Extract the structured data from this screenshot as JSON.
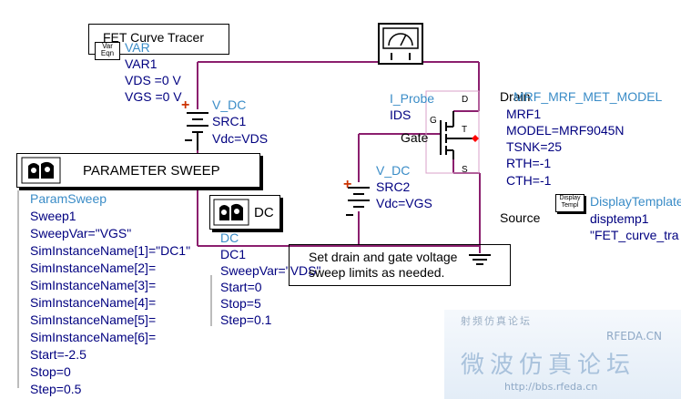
{
  "title_box": "FET Curve Tracer",
  "var": {
    "icon_top": "Var",
    "icon_bottom": "Eqn",
    "type": "VAR",
    "name": "VAR1",
    "vds": "VDS =0 V",
    "vgs": "VGS =0 V"
  },
  "src1": {
    "type": "V_DC",
    "name": "SRC1",
    "value": "Vdc=VDS"
  },
  "src2": {
    "type": "V_DC",
    "name": "SRC2",
    "value": "Vdc=VGS"
  },
  "probe": {
    "type": "I_Probe",
    "name": "IDS"
  },
  "fet": {
    "type": "MRF_MRF_MET_MODEL",
    "name": "MRF1",
    "model": "MODEL=MRF9045N",
    "tsnk": "TSNK=25",
    "rth": "RTH=-1",
    "cth": "CTH=-1",
    "pin_d": "D",
    "pin_g": "G",
    "pin_t": "T",
    "pin_s": "S",
    "drain": "Drain",
    "gate": "Gate",
    "source": "Source"
  },
  "param_sweep": {
    "button": "PARAMETER SWEEP",
    "type": "ParamSweep",
    "lines": [
      "Sweep1",
      "SweepVar=\"VGS\"",
      "SimInstanceName[1]=\"DC1\"",
      "SimInstanceName[2]=",
      "SimInstanceName[3]=",
      "SimInstanceName[4]=",
      "SimInstanceName[5]=",
      "SimInstanceName[6]=",
      "Start=-2.5",
      "Stop=0",
      "Step=0.5"
    ]
  },
  "dc": {
    "button": "DC",
    "type": "DC",
    "lines": [
      "DC1",
      "SweepVar=\"VDS\"",
      "Start=0",
      "Stop=5",
      "Step=0.1"
    ]
  },
  "note": [
    "Set drain and gate voltage",
    "sweep limits as needed."
  ],
  "display": {
    "icon_top": "Display",
    "icon_bottom": "Templ",
    "type": "DisplayTemplate",
    "name": "disptemp1",
    "value": "\"FET_curve_tra"
  },
  "watermark": {
    "cn_small": "射频仿真论坛",
    "brand": "RFEDA.CN",
    "cn_large": "微波仿真论坛",
    "url": "http://bbs.rfeda.cn"
  },
  "colors": {
    "wire": "#8b1f6e",
    "label_blue": "#3a8cc7",
    "text_navy": "#000080",
    "pin_red": "#ff0000"
  }
}
